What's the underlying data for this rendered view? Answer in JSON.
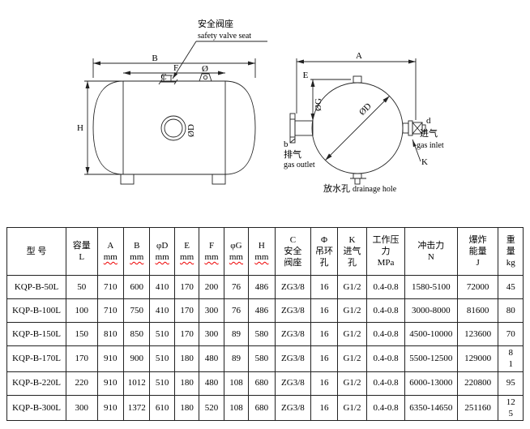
{
  "drawing": {
    "side_view": {
      "annotation_cn": "安全阀座",
      "annotation_en": "safety valve seat",
      "dim_b": "B",
      "dim_f": "F",
      "dim_c": "C",
      "dim_phi": "Ø",
      "dim_h": "H",
      "dim_od": "ØD"
    },
    "end_view": {
      "dim_a": "A",
      "dim_e": "E",
      "dim_og": "ØG",
      "dim_od": "ØD",
      "outlet_letter": "b",
      "outlet_cn": "排气",
      "outlet_en": "gas outlet",
      "inlet_letter": "d",
      "inlet_cn": "进气",
      "inlet_en": "gas inlet",
      "dim_k": "K",
      "drain_cn": "放水孔",
      "drain_en": "drainage hole"
    }
  },
  "table": {
    "headers": [
      [
        "型 号"
      ],
      [
        "容量",
        "L"
      ],
      [
        "A",
        "mm"
      ],
      [
        "B",
        "mm"
      ],
      [
        "φD",
        "mm"
      ],
      [
        "E",
        "mm"
      ],
      [
        "F",
        "mm"
      ],
      [
        "φG",
        "mm"
      ],
      [
        "H",
        "mm"
      ],
      [
        "C",
        "安全",
        "阀座"
      ],
      [
        "Φ",
        "吊环",
        "孔"
      ],
      [
        "K",
        "进气",
        "孔"
      ],
      [
        "工作压",
        "力",
        "MPa"
      ],
      [
        "冲击力",
        "N"
      ],
      [
        "爆炸",
        "能量",
        "J"
      ],
      [
        "重",
        "量",
        "kg"
      ]
    ],
    "rows": [
      [
        "KQP-B-50L",
        "50",
        "710",
        "600",
        "410",
        "170",
        "200",
        "76",
        "486",
        "ZG3/8",
        "16",
        "G1/2",
        "0.4-0.8",
        "1580-5100",
        "72000",
        "45"
      ],
      [
        "KQP-B-100L",
        "100",
        "710",
        "750",
        "410",
        "170",
        "300",
        "76",
        "486",
        "ZG3/8",
        "16",
        "G1/2",
        "0.4-0.8",
        "3000-8000",
        "81600",
        "80"
      ],
      [
        "KQP-B-150L",
        "150",
        "810",
        "850",
        "510",
        "170",
        "300",
        "89",
        "580",
        "ZG3/8",
        "16",
        "G1/2",
        "0.4-0.8",
        "4500-10000",
        "123600",
        "70"
      ],
      [
        "KQP-B-170L",
        "170",
        "910",
        "900",
        "510",
        "180",
        "480",
        "89",
        "580",
        "ZG3/8",
        "16",
        "G1/2",
        "0.4-0.8",
        "5500-12500",
        "129000",
        "8\n1"
      ],
      [
        "KQP-B-220L",
        "220",
        "910",
        "1012",
        "510",
        "180",
        "480",
        "108",
        "680",
        "ZG3/8",
        "16",
        "G1/2",
        "0.4-0.8",
        "6000-13000",
        "220800",
        "95"
      ],
      [
        "KQP-B-300L",
        "300",
        "910",
        "1372",
        "610",
        "180",
        "520",
        "108",
        "680",
        "ZG3/8",
        "16",
        "G1/2",
        "0.4-0.8",
        "6350-14650",
        "251160",
        "12\n5"
      ]
    ]
  }
}
